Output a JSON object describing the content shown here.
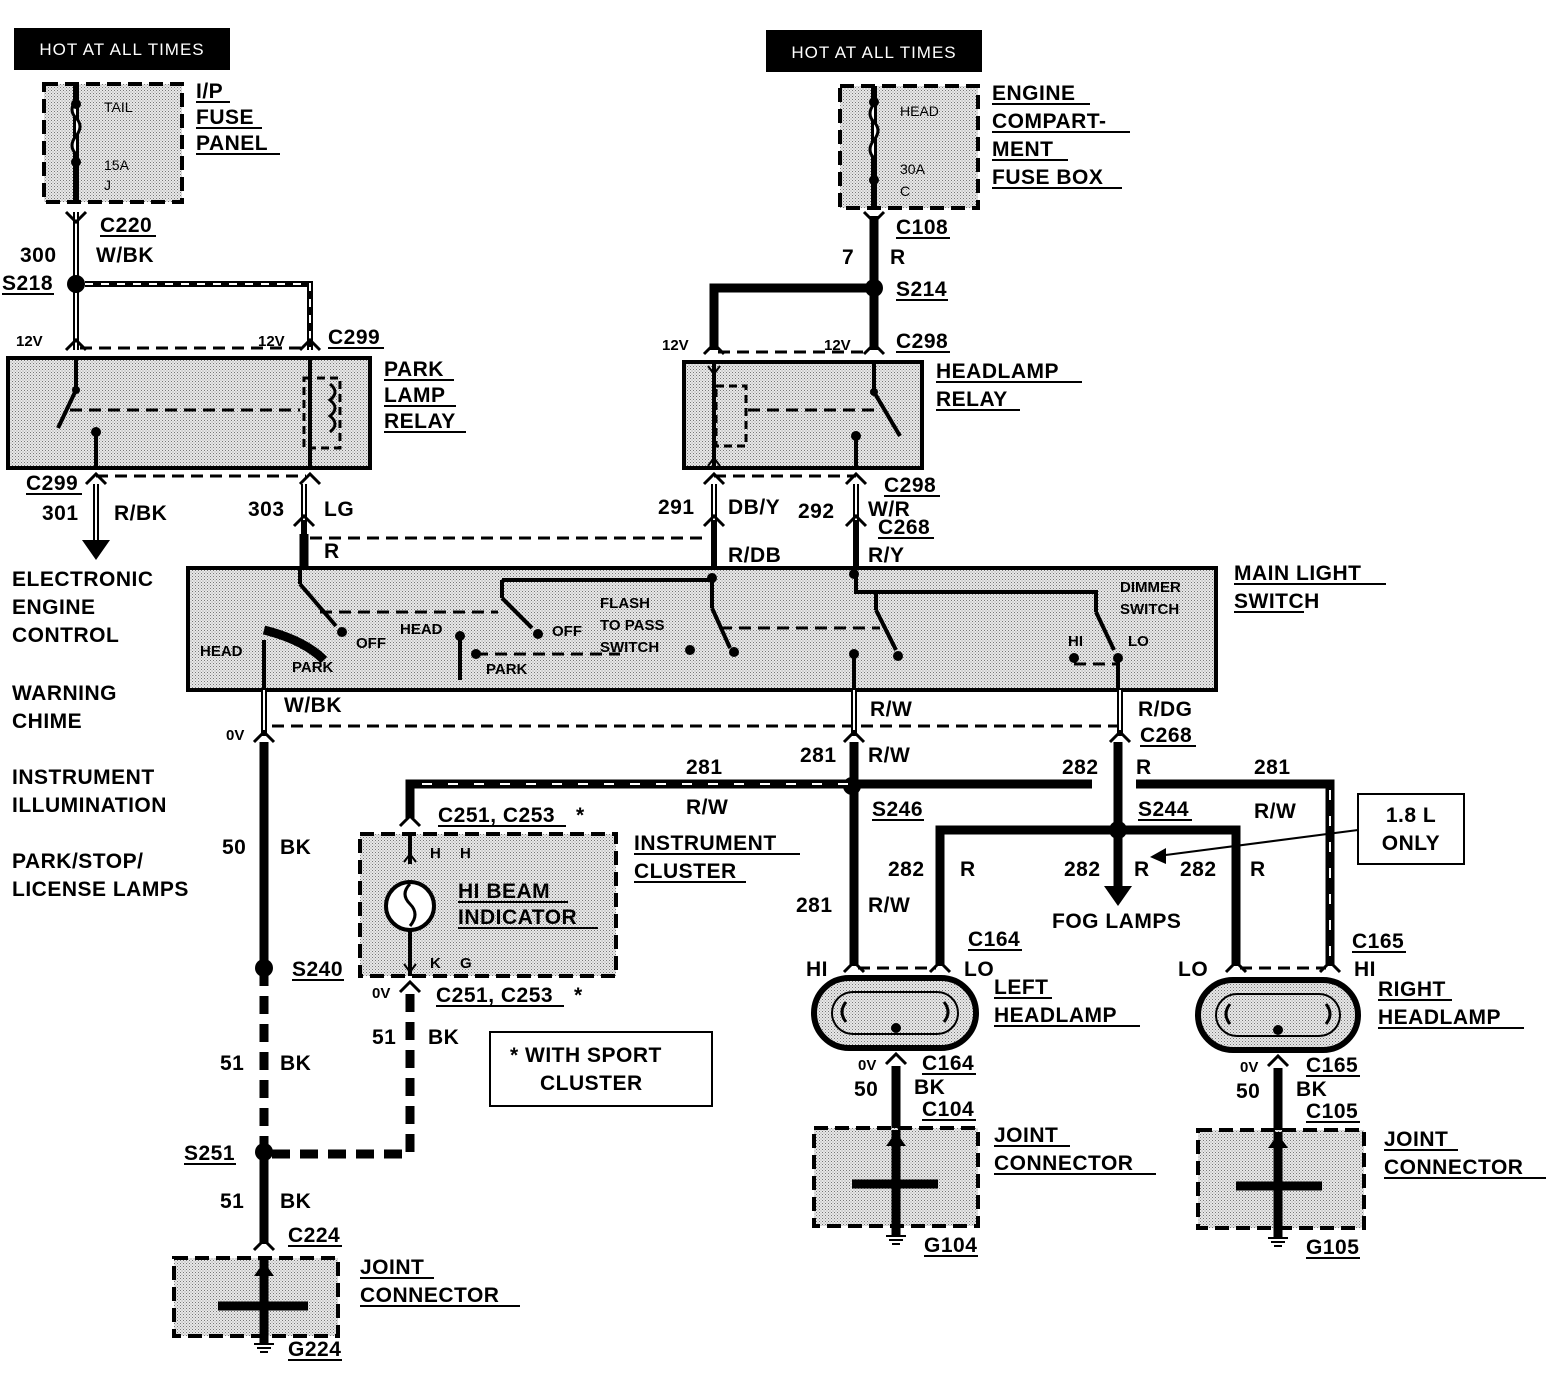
{
  "banners": {
    "left": "HOT AT ALL TIMES",
    "right": "HOT AT ALL TIMES"
  },
  "ip_fuse_panel": {
    "label_lines": [
      "I/P",
      "FUSE",
      "PANEL"
    ],
    "fuse_name": "TAIL",
    "fuse_rating": "15A",
    "fuse_id": "J"
  },
  "engine_fuse_box": {
    "label_lines": [
      "ENGINE",
      "COMPART-",
      "MENT",
      "FUSE BOX"
    ],
    "fuse_name": "HEAD",
    "fuse_rating": "30A",
    "fuse_id": "C"
  },
  "park_lamp_relay": {
    "label_lines": [
      "PARK",
      "LAMP",
      "RELAY"
    ]
  },
  "headlamp_relay": {
    "label_lines": [
      "HEADLAMP",
      "RELAY"
    ]
  },
  "main_light_switch": {
    "label_lines": [
      "MAIN LIGHT",
      "SWITCH"
    ],
    "inner": {
      "head_left": "HEAD",
      "park_left": "PARK",
      "off_left": "OFF",
      "head_mid": "HEAD",
      "park_mid": "PARK",
      "off_mid": "OFF",
      "flash_lines": [
        "FLASH",
        "TO PASS",
        "SWITCH"
      ],
      "dimmer_lines": [
        "DIMMER",
        "SWITCH"
      ],
      "hi": "HI",
      "lo": "LO"
    }
  },
  "side_labels": {
    "eec_lines": [
      "ELECTRONIC",
      "ENGINE",
      "CONTROL"
    ],
    "chime_lines": [
      "WARNING",
      "CHIME"
    ],
    "illum_lines": [
      "INSTRUMENT",
      "ILLUMINATION"
    ],
    "lamps_lines": [
      "PARK/STOP/",
      "LICENSE LAMPS"
    ]
  },
  "instrument_cluster": {
    "label_lines": [
      "INSTRUMENT",
      "CLUSTER"
    ],
    "indicator_lines": [
      "HI BEAM",
      "INDICATOR"
    ],
    "pin_top": "H",
    "pin_top2": "H",
    "pin_bot": "K",
    "pin_bot2": "G"
  },
  "note_sport": {
    "lines": [
      "*  WITH SPORT",
      "CLUSTER"
    ]
  },
  "note_18l": {
    "lines": [
      "1.8 L",
      "ONLY"
    ]
  },
  "fog_lamps": "FOG LAMPS",
  "left_headlamp": {
    "label_lines": [
      "LEFT",
      "HEADLAMP"
    ],
    "hi": "HI",
    "lo": "LO"
  },
  "right_headlamp": {
    "label_lines": [
      "RIGHT",
      "HEADLAMP"
    ],
    "hi": "HI",
    "lo": "LO"
  },
  "joint_connector_label_lines": [
    "JOINT",
    "CONNECTOR"
  ],
  "connectors": {
    "c220": "C220",
    "s218": "S218",
    "c299a": "C299",
    "c299b": "C299",
    "c108": "C108",
    "s214": "S214",
    "c298a": "C298",
    "c298b": "C298",
    "c268a": "C268",
    "c268b": "C268",
    "s246": "S246",
    "s244": "S244",
    "c251a": "C251,  C253",
    "c251b": "C251,  C253",
    "s240": "S240",
    "s251": "S251",
    "c224": "C224",
    "g224": "G224",
    "c164a": "C164",
    "c164b": "C164",
    "c104": "C104",
    "g104": "G104",
    "c165a": "C165",
    "c165b": "C165",
    "c105": "C105",
    "g105": "G105"
  },
  "wires": {
    "w300": "300",
    "w300c": "W/BK",
    "w7": "7",
    "w7c": "R",
    "w301": "301",
    "w301c": "R/BK",
    "w303": "303",
    "w303c": "LG",
    "wR": "R",
    "w291": "291",
    "w291c": "DB/Y",
    "w292": "292",
    "w292c": "W/R",
    "wRDB": "R/DB",
    "wRY": "R/Y",
    "wWBK": "W/BK",
    "wRW1": "R/W",
    "wRDG": "R/DG",
    "w281a": "281",
    "w281b": "281",
    "wRW2": "R/W",
    "w282a": "282",
    "w282R": "R",
    "w281c": "281",
    "wRW3": "R/W",
    "wRW4": "R/W",
    "w282b": "282",
    "wR2": "R",
    "w282c": "282",
    "wR3": "R",
    "w282d": "282",
    "wR4": "R",
    "w281d": "281",
    "wRW5": "R/W",
    "w50a": "50",
    "wBK1": "BK",
    "w51a": "51",
    "wBK2": "BK",
    "w51b": "51",
    "wBK3": "BK",
    "w51c": "51",
    "wBK4": "BK",
    "w50b": "50",
    "wBK5": "BK",
    "w50c": "50",
    "wBK6": "BK"
  },
  "voltages": {
    "v12a": "12V",
    "v12b": "12V",
    "v12c": "12V",
    "v12d": "12V",
    "v0a": "0V",
    "v0b": "0V",
    "v0c": "0V",
    "v0d": "0V"
  },
  "star": "*"
}
